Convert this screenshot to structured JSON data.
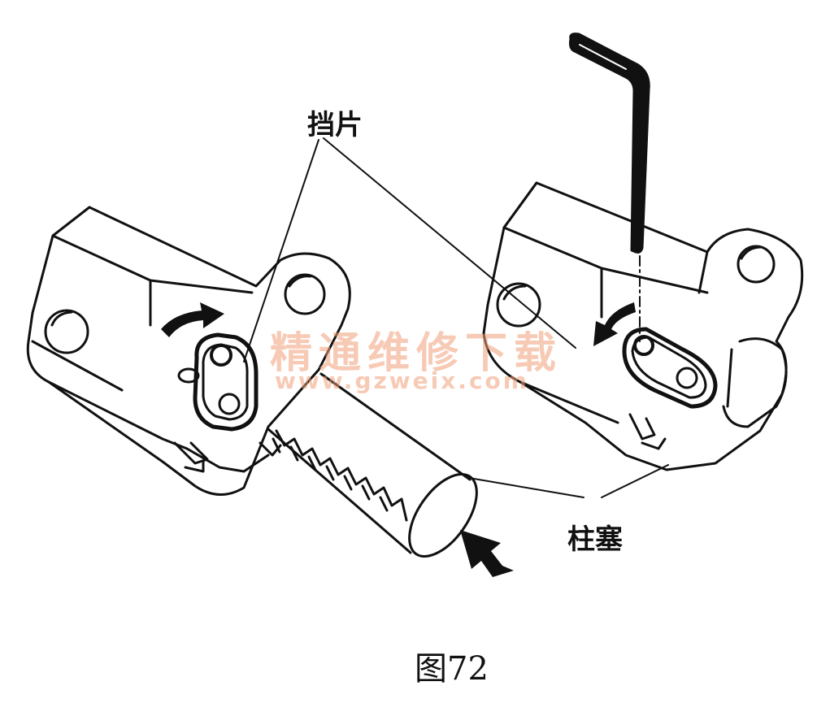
{
  "labels": {
    "stop_plate": "挡片",
    "plunger": "柱塞",
    "figure": "图72"
  },
  "watermark": {
    "cn": "精通维修下载",
    "url": "www.gzweix.com"
  },
  "colors": {
    "line": "#111111",
    "watermark": "#f2a07a"
  }
}
